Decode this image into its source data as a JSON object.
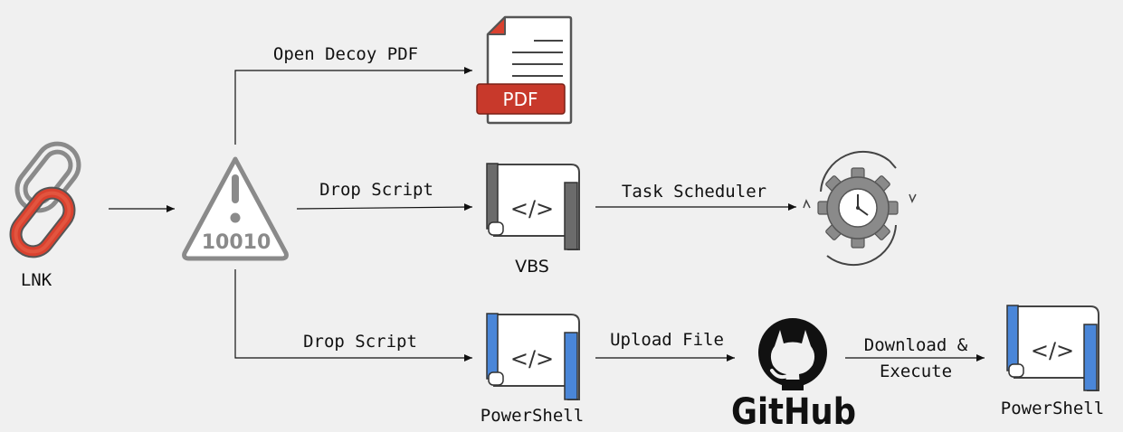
{
  "nodes": {
    "lnk": {
      "label": "LNK",
      "icon": "chain-link-icon"
    },
    "payload": {
      "text": "10010",
      "icon": "warning-binary-icon"
    },
    "decoy_pdf": {
      "badge": "PDF",
      "icon": "pdf-document-icon"
    },
    "vbs": {
      "label": "VBS",
      "glyph": "</>",
      "icon": "script-scroll-icon"
    },
    "task_scheduler": {
      "icon": "gear-clock-icon"
    },
    "powershell_drop": {
      "label": "PowerShell",
      "glyph": "</>",
      "icon": "script-scroll-icon"
    },
    "github": {
      "label": "GitHub",
      "icon": "github-octocat-icon"
    },
    "powershell_exec": {
      "label": "PowerShell",
      "glyph": "</>",
      "icon": "script-scroll-icon"
    }
  },
  "edges": {
    "open_decoy": "Open Decoy PDF",
    "drop_vbs": "Drop Script",
    "task_scheduler": "Task Scheduler",
    "drop_ps": "Drop Script",
    "upload_file": "Upload File",
    "download_line1": "Download &",
    "download_line2": "Execute"
  },
  "colors": {
    "background": "#f0f0f0",
    "icon_gray": "#8a8a8a",
    "accent_red": "#d9412f",
    "pdf_red": "#c8392b",
    "powershell_blue": "#4a86d8",
    "vbs_dark": "#6b6b6b",
    "text": "#111111"
  }
}
